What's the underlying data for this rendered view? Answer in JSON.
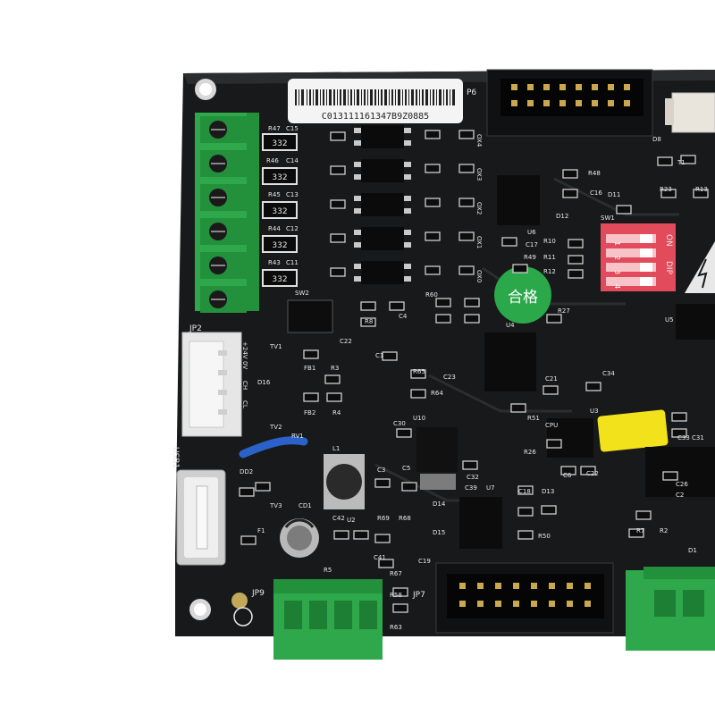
{
  "board": {
    "barcode_text": "C013111161347B9Z0885",
    "qc_sticker": "合格",
    "chip_label_332": "332",
    "dip_switch": {
      "on_label": "ON",
      "dip_label": "DIP",
      "positions": [
        "1",
        "2",
        "3",
        "4"
      ]
    },
    "connectors": {
      "jp2": "JP2",
      "jp7": "JP7",
      "jp9": "JP9",
      "usb": "USB1",
      "p6": "P6",
      "sw1": "SW1",
      "sw2": "SW2"
    },
    "labels": {
      "resistors_left": [
        "R47",
        "R46",
        "R45",
        "R44",
        "R43"
      ],
      "caps_left": [
        "C15",
        "C14",
        "C13",
        "C12",
        "C11"
      ],
      "outputs": [
        "OX4",
        "OX3",
        "OX2",
        "OX1",
        "OX0"
      ],
      "misc": [
        "TV1",
        "TV2",
        "TV3",
        "D16",
        "FB1",
        "FB2",
        "R3",
        "R4",
        "RV1",
        "DD2",
        "CD1",
        "F1",
        "L1",
        "U10",
        "C30",
        "C3",
        "C5",
        "U2",
        "C39",
        "C32",
        "U7",
        "D14",
        "D15",
        "C19",
        "C18",
        "D13",
        "R50",
        "R26",
        "CPU",
        "U3",
        "R51",
        "C21",
        "C34",
        "R48",
        "C16",
        "D11",
        "R23",
        "R13",
        "D12",
        "C17",
        "R10",
        "R11",
        "R12",
        "R49",
        "R27",
        "U4",
        "U5",
        "R65",
        "R64",
        "C23",
        "R8",
        "C4",
        "C22",
        "C1",
        "R58",
        "R63",
        "R5",
        "R67",
        "C41",
        "C42",
        "R69",
        "R68",
        "R2",
        "R7",
        "C26",
        "C2",
        "C6",
        "C22",
        "C33",
        "C31",
        "D8",
        "D1",
        "U6",
        "R60",
        "T1"
      ],
      "power": [
        "+24V",
        "0V",
        "CH",
        "CL"
      ]
    }
  }
}
